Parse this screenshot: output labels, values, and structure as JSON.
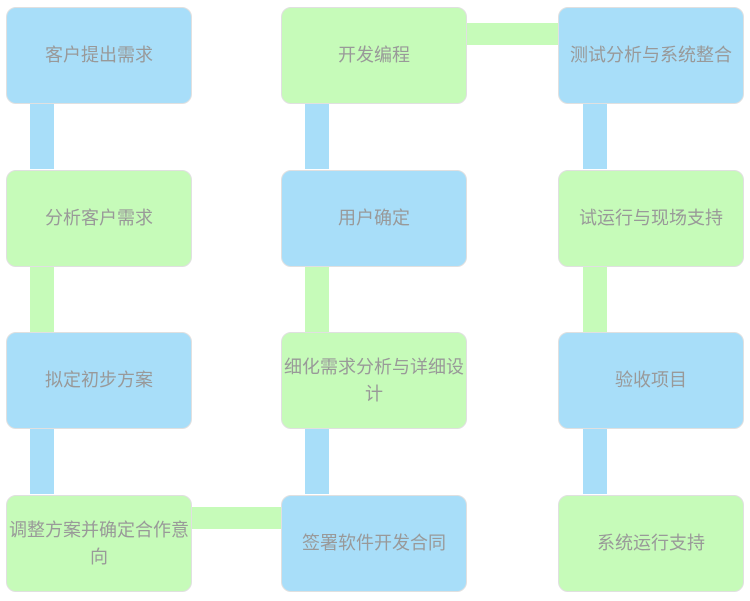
{
  "colors": {
    "blue": "#a8def9",
    "green": "#c6fbb9",
    "text": "#999999"
  },
  "nodes": {
    "n1": {
      "label": "客户提出需求",
      "color": "blue"
    },
    "n2": {
      "label": "分析客户需求",
      "color": "green"
    },
    "n3": {
      "label": "拟定初步方案",
      "color": "blue"
    },
    "n4": {
      "label": "调整方案并确定合作意向",
      "color": "green"
    },
    "n5": {
      "label": "签署软件开发合同",
      "color": "blue"
    },
    "n6": {
      "label": "细化需求分析与详细设计",
      "color": "green"
    },
    "n7": {
      "label": "用户确定",
      "color": "blue"
    },
    "n8": {
      "label": "开发编程",
      "color": "green"
    },
    "n9": {
      "label": "测试分析与系统整合",
      "color": "blue"
    },
    "n10": {
      "label": "试运行与现场支持",
      "color": "green"
    },
    "n11": {
      "label": "验收项目",
      "color": "blue"
    },
    "n12": {
      "label": "系统运行支持",
      "color": "green"
    }
  }
}
